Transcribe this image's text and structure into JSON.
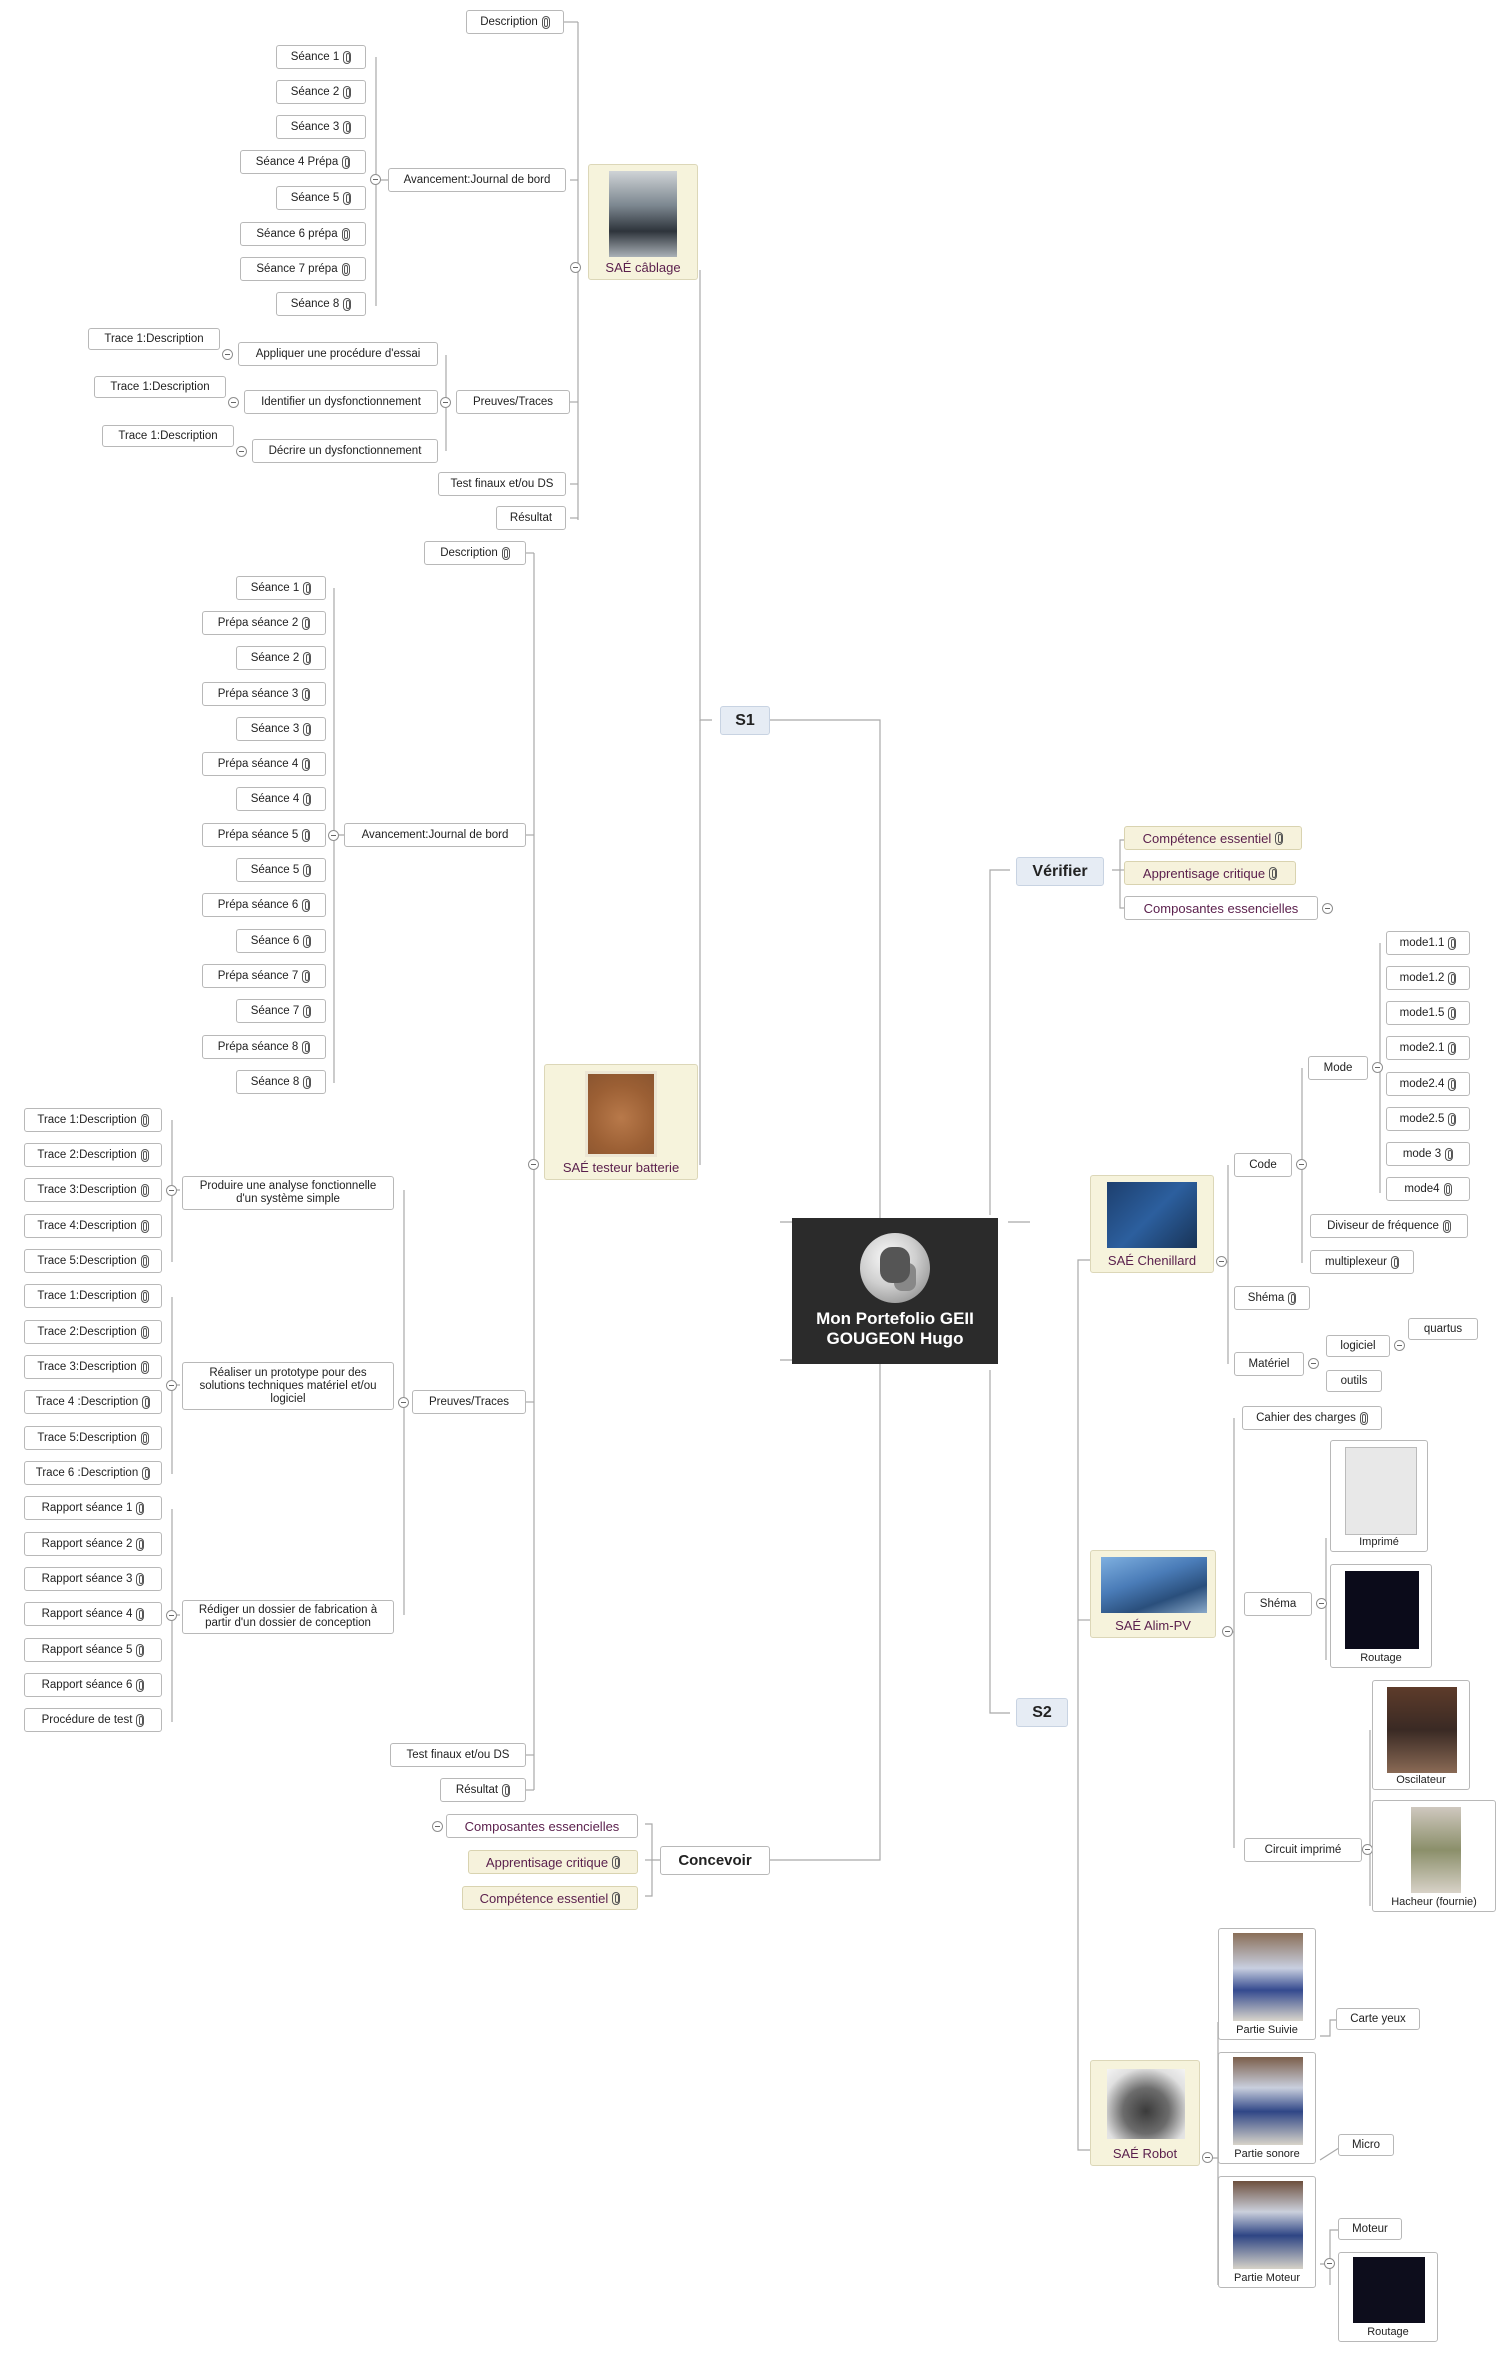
{
  "center": {
    "line1": "Mon Portefolio GEII",
    "line2": "GOUGEON Hugo"
  },
  "branches": {
    "s1": "S1",
    "s2": "S2",
    "verifier": "Vérifier",
    "concevoir": "Concevoir"
  },
  "verifier_items": [
    "Compétence essentiel",
    "Apprentisage critique",
    "Composantes essencielles"
  ],
  "concevoir_items": [
    "Composantes essencielles",
    "Apprentisage critique",
    "Compétence essentiel"
  ],
  "sae_cablage": {
    "title": "SAÉ câblage",
    "description": "Description",
    "journal": "Avancement:Journal de bord",
    "seances": [
      "Séance 1",
      "Séance 2",
      "Séance 3",
      "Séance 4 Prépa",
      "Séance 5",
      "Séance 6 prépa",
      "Séance 7 prépa",
      "Séance 8"
    ],
    "preuves": "Preuves/Traces",
    "competences": [
      "Appliquer une procédure d'essai",
      "Identifier un dysfonctionnement",
      "Décrire un dysfonctionnement"
    ],
    "traces": [
      "Trace 1:Description",
      "Trace 1:Description",
      "Trace 1:Description"
    ],
    "test": "Test finaux et/ou DS",
    "resultat": "Résultat"
  },
  "sae_testeur": {
    "title": "SAÉ testeur batterie",
    "description": "Description",
    "journal": "Avancement:Journal de bord",
    "seances": [
      "Séance 1",
      "Prépa séance 2",
      "Séance 2",
      "Prépa séance 3",
      "Séance 3",
      "Prépa séance 4",
      "Séance 4",
      "Prépa séance 5",
      "Séance 5",
      "Prépa séance 6",
      "Séance 6",
      "Prépa séance 7",
      "Séance 7",
      "Prépa séance 8",
      "Séance 8"
    ],
    "preuves": "Preuves/Traces",
    "groups": [
      {
        "label": "Produire une analyse fonctionnelle d'un système simple",
        "items": [
          "Trace 1:Description",
          "Trace 2:Description",
          "Trace 3:Description",
          "Trace 4:Description",
          "Trace 5:Description"
        ]
      },
      {
        "label": "Réaliser un prototype pour des solutions techniques matériel et/ou logiciel",
        "items": [
          "Trace 1:Description",
          "Trace 2:Description",
          "Trace 3:Description",
          "Trace 4 :Description",
          "Trace 5:Description",
          "Trace 6 :Description"
        ]
      },
      {
        "label": "Rédiger un dossier de fabrication à partir d'un dossier de conception",
        "items": [
          "Rapport séance 1",
          "Rapport séance 2",
          "Rapport séance 3",
          "Rapport séance 4",
          "Rapport séance 5",
          "Rapport séance 6",
          "Procédure de test"
        ]
      }
    ],
    "test": "Test finaux et/ou DS",
    "resultat": "Résultat"
  },
  "sae_chenillard": {
    "title": "SAÉ Chenillard",
    "code": "Code",
    "mode": "Mode",
    "modes": [
      "mode1.1",
      "mode1.2",
      "mode1.5",
      "mode2.1",
      "mode2.4",
      "mode2.5",
      "mode 3",
      "mode4"
    ],
    "diviseur": "Diviseur de fréquence",
    "multiplexeur": "multiplexeur",
    "schema": "Shéma",
    "materiel": "Matériel",
    "logiciel": "logiciel",
    "quartus": "quartus",
    "outils": "outils"
  },
  "sae_alim": {
    "title": "SAÉ Alim-PV",
    "cahier": "Cahier des charges",
    "schema": "Shéma",
    "imprime": "Imprimé",
    "routage": "Routage",
    "circuit": "Circuit imprimé",
    "oscilateur": "Oscilateur",
    "hacheur": "Hacheur (fournie)"
  },
  "sae_robot": {
    "title": "SAÉ Robot",
    "suivie": "Partie Suivie",
    "carte_yeux": "Carte yeux",
    "sonore": "Partie sonore",
    "micro": "Micro",
    "moteur_part": "Partie Moteur",
    "moteur": "Moteur",
    "routage": "Routage"
  },
  "colors": {
    "center_bg": "#2b2b2b",
    "main_bg": "#e6ecf4",
    "sae_bg": "#f6f3dc",
    "purple_text": "#5a1f4c",
    "edge": "#a9a9a9"
  }
}
